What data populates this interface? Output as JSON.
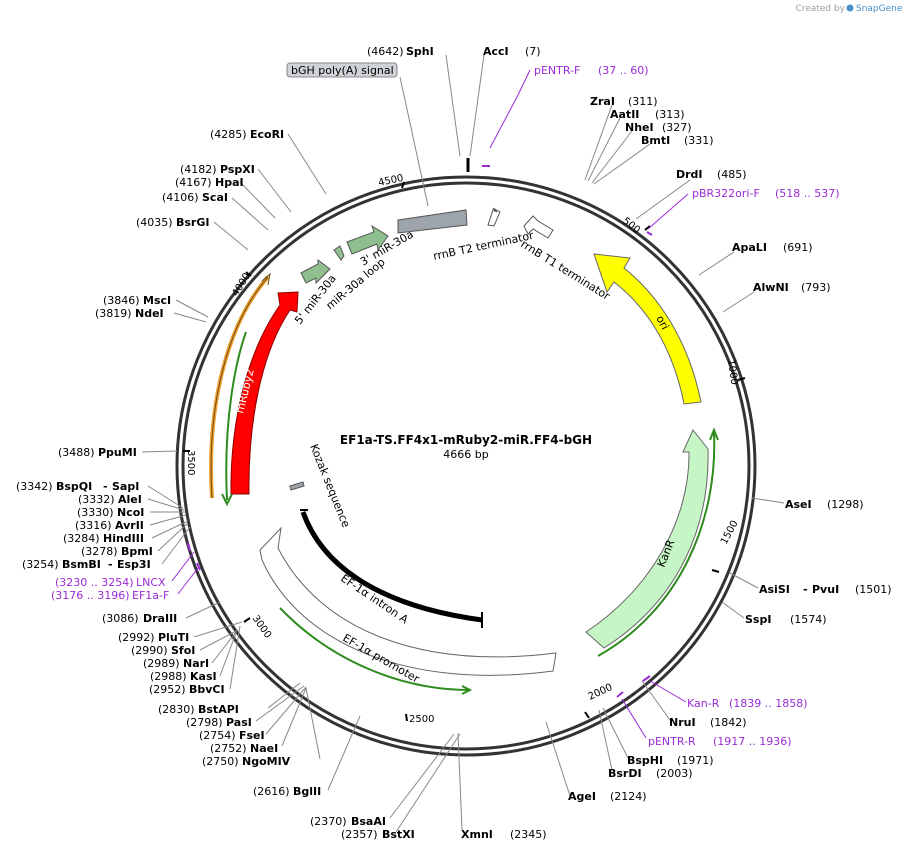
{
  "credit": {
    "prefix": "Created by",
    "brand": "SnapGene"
  },
  "title": "EF1a-TS.FF4x1-mRuby2-miR.FF4-bGH",
  "length_label": "4666 bp",
  "ruler_ticks": [
    "4500",
    "500",
    "1000",
    "1500",
    "2000",
    "2500",
    "3000",
    "3500",
    "4000"
  ],
  "enzymes": [
    {
      "name": "SphI",
      "pos": "(4642)"
    },
    {
      "name": "AccI",
      "pos": "(7)"
    },
    {
      "name": "ZraI",
      "pos": "(311)"
    },
    {
      "name": "AatII",
      "pos": "(313)"
    },
    {
      "name": "NheI",
      "pos": "(327)"
    },
    {
      "name": "BmtI",
      "pos": "(331)"
    },
    {
      "name": "DrdI",
      "pos": "(485)"
    },
    {
      "name": "ApaLI",
      "pos": "(691)"
    },
    {
      "name": "AlwNI",
      "pos": "(793)"
    },
    {
      "name": "AseI",
      "pos": "(1298)"
    },
    {
      "name": "AsiSI",
      "pos": "(1501)"
    },
    {
      "name": "PvuI",
      "pos": ""
    },
    {
      "name": "SspI",
      "pos": "(1574)"
    },
    {
      "name": "NruI",
      "pos": "(1842)"
    },
    {
      "name": "BspHI",
      "pos": "(1971)"
    },
    {
      "name": "BsrDI",
      "pos": "(2003)"
    },
    {
      "name": "AgeI",
      "pos": "(2124)"
    },
    {
      "name": "XmnI",
      "pos": "(2345)"
    },
    {
      "name": "BsaAI",
      "pos": "(2370)"
    },
    {
      "name": "BstXI",
      "pos": "(2357)"
    },
    {
      "name": "BglII",
      "pos": "(2616)"
    },
    {
      "name": "BstAPI",
      "pos": "(2830)"
    },
    {
      "name": "PasI",
      "pos": "(2798)"
    },
    {
      "name": "FseI",
      "pos": "(2754)"
    },
    {
      "name": "NaeI",
      "pos": "(2752)"
    },
    {
      "name": "NgoMIV",
      "pos": "(2750)"
    },
    {
      "name": "PluTI",
      "pos": "(2992)"
    },
    {
      "name": "SfoI",
      "pos": "(2990)"
    },
    {
      "name": "NarI",
      "pos": "(2989)"
    },
    {
      "name": "KasI",
      "pos": "(2988)"
    },
    {
      "name": "BbvCI",
      "pos": "(2952)"
    },
    {
      "name": "DraIII",
      "pos": "(3086)"
    },
    {
      "name": "BspQI",
      "pos": "(3342)"
    },
    {
      "name": "SapI",
      "pos": ""
    },
    {
      "name": "AleI",
      "pos": "(3332)"
    },
    {
      "name": "NcoI",
      "pos": "(3330)"
    },
    {
      "name": "AvrII",
      "pos": "(3316)"
    },
    {
      "name": "HindIII",
      "pos": "(3284)"
    },
    {
      "name": "BpmI",
      "pos": "(3278)"
    },
    {
      "name": "BsmBI",
      "pos": "(3254)"
    },
    {
      "name": "Esp3I",
      "pos": ""
    },
    {
      "name": "PpuMI",
      "pos": "(3488)"
    },
    {
      "name": "NdeI",
      "pos": "(3819)"
    },
    {
      "name": "MscI",
      "pos": "(3846)"
    },
    {
      "name": "BsrGI",
      "pos": "(4035)"
    },
    {
      "name": "ScaI",
      "pos": "(4106)"
    },
    {
      "name": "HpaI",
      "pos": "(4167)"
    },
    {
      "name": "PspXI",
      "pos": "(4182)"
    },
    {
      "name": "EcoRI",
      "pos": "(4285)"
    }
  ],
  "primers": [
    {
      "name": "pENTR-F",
      "range": "(37 .. 60)"
    },
    {
      "name": "pBR322ori-F",
      "range": "(518 .. 537)"
    },
    {
      "name": "Kan-R",
      "range": "(1839 .. 1858)"
    },
    {
      "name": "pENTR-R",
      "range": "(1917 .. 1936)"
    },
    {
      "name": "LNCX",
      "range": "(3230 .. 3254)"
    },
    {
      "name": "EF1a-F",
      "range": "(3176 .. 3196)"
    }
  ],
  "features": {
    "bgh": "bGH poly(A) signal",
    "rrnb_t2": "rrnB T2 terminator",
    "rrnb_t1": "rrnB T1 terminator",
    "ori": "ori",
    "kanr": "KanR",
    "ef1a_promoter": "EF-1α promoter",
    "ef1a_intron": "EF-1α intron A",
    "kozak": "Kozak sequence",
    "mruby2": "mRuby2",
    "mir5": "5' miR-30a",
    "mirloop": "miR-30a loop",
    "mir3": "3' miR-30a"
  },
  "colors": {
    "backbone": "#333333",
    "primer": "#9a2bd6",
    "ori": "#ffff00",
    "kanr": "#c6f5c6",
    "mruby2": "#ff0000",
    "mir": "#8fbf8f",
    "terminator": "#ffffff",
    "polya": "#9ea4ab",
    "orange": "#f0a030",
    "green_line": "#2e8b1e"
  }
}
